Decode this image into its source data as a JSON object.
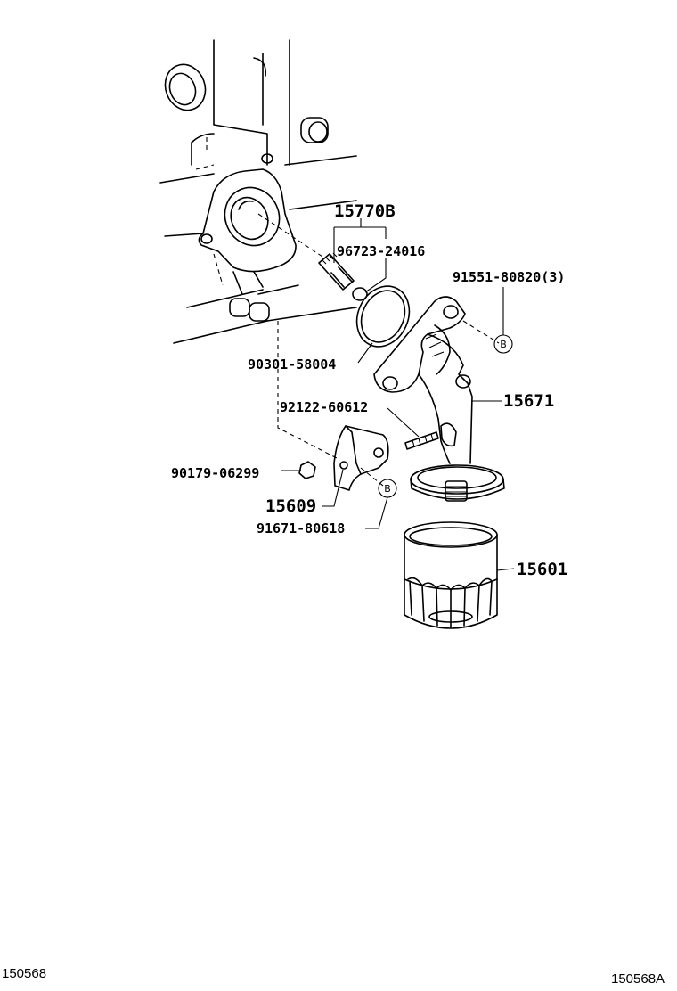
{
  "parts": [
    {
      "id": "p15770b",
      "label": "15770B"
    },
    {
      "id": "p96723",
      "label": "96723-24016"
    },
    {
      "id": "p91551",
      "label": "91551-80820(3)"
    },
    {
      "id": "p90301",
      "label": "90301-58004"
    },
    {
      "id": "p92122",
      "label": "92122-60612"
    },
    {
      "id": "p15671",
      "label": "15671"
    },
    {
      "id": "p90179",
      "label": "90179-06299"
    },
    {
      "id": "p15609",
      "label": "15609"
    },
    {
      "id": "p91671",
      "label": "91671-80618"
    },
    {
      "id": "p15601",
      "label": "15601"
    }
  ],
  "reference_markers": [
    "B",
    "B"
  ],
  "footer": {
    "left_code": "150568",
    "right_code": "150568A"
  }
}
